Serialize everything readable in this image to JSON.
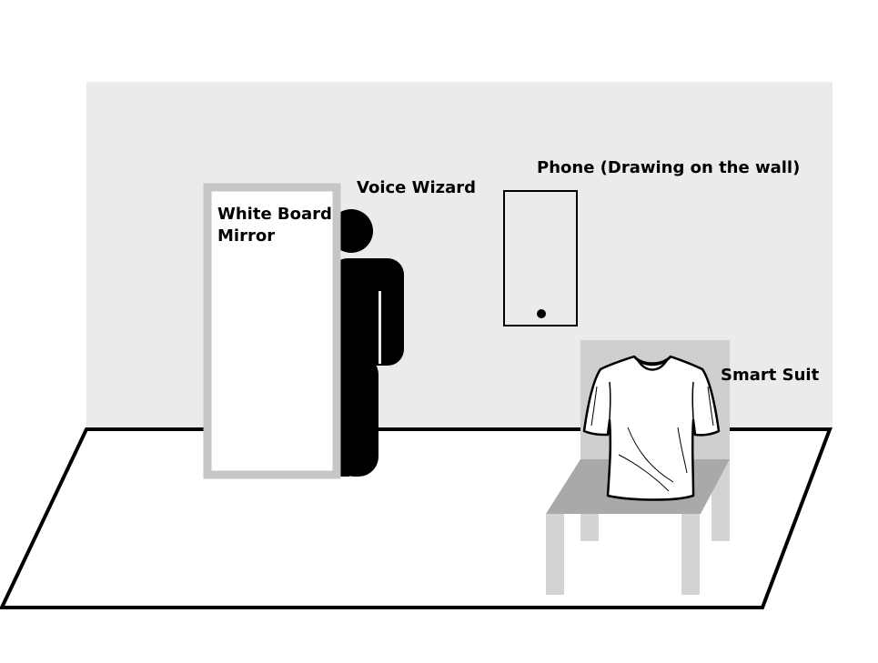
{
  "labels": {
    "voice_wizard": "Voice Wizard",
    "phone": "Phone (Drawing on the wall)",
    "whiteboard_line1": "White Board",
    "whiteboard_line2": "Mirror",
    "smart_suit": "Smart Suit"
  },
  "colors": {
    "wall": "#ebebeb",
    "floor": "#ffffff",
    "outline": "#000000",
    "mirror_frame": "#c6c6c6",
    "chair_back": "#cfcfcf",
    "chair_seat": "#a9a9a9",
    "chair_legs": "#d3d3d3",
    "person": "#000000"
  },
  "icons": {
    "person": "person-silhouette-icon",
    "shirt": "t-shirt-icon",
    "phone_button": "phone-home-button-icon"
  }
}
